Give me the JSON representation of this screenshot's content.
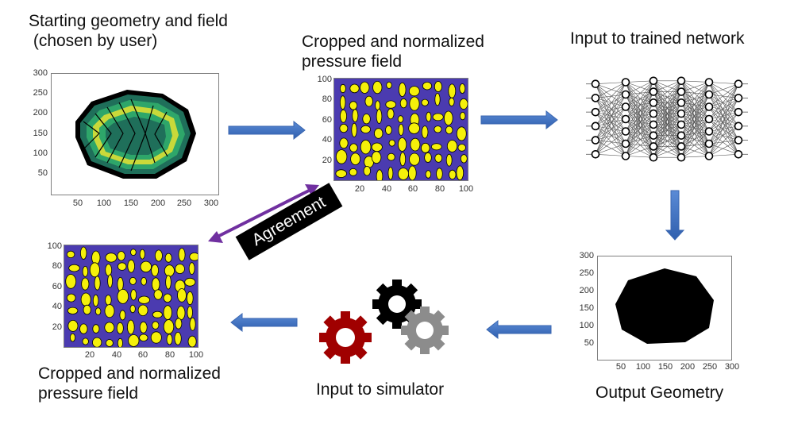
{
  "labels": {
    "start_title": "Starting geometry and field\n (chosen by user)",
    "crop_top_title": "Cropped and normalized\npressure field",
    "network_title": "Input to trained network",
    "crop_bottom_title": "Cropped and normalized\npressure field",
    "simulator_title": "Input to simulator",
    "output_title": "Output Geometry",
    "agreement": "Agreement"
  },
  "axes": {
    "start_plot": {
      "y_ticks": [
        "300",
        "250",
        "200",
        "150",
        "100",
        "50"
      ],
      "x_ticks": [
        "50",
        "100",
        "150",
        "200",
        "250",
        "300"
      ]
    },
    "crop_top_plot": {
      "y_ticks": [
        "100",
        "80",
        "60",
        "40",
        "20"
      ],
      "x_ticks": [
        "20",
        "40",
        "60",
        "80",
        "100"
      ]
    },
    "crop_bottom_plot": {
      "y_ticks": [
        "100",
        "80",
        "60",
        "40",
        "20"
      ],
      "x_ticks": [
        "20",
        "40",
        "60",
        "80",
        "100"
      ]
    },
    "output_plot": {
      "y_ticks": [
        "300",
        "250",
        "200",
        "150",
        "100",
        "50"
      ],
      "x_ticks": [
        "50",
        "100",
        "150",
        "200",
        "250",
        "300"
      ]
    }
  },
  "colors": {
    "arrow_blue": "#4472c4",
    "agreement_arrow": "#7030a0",
    "field_background": "#4b3bb0",
    "field_blob": "#f5f00a",
    "geometry_fill": "#000000",
    "gear_black": "#000000",
    "gear_red": "#a00000",
    "gear_gray": "#8c8c8c"
  }
}
